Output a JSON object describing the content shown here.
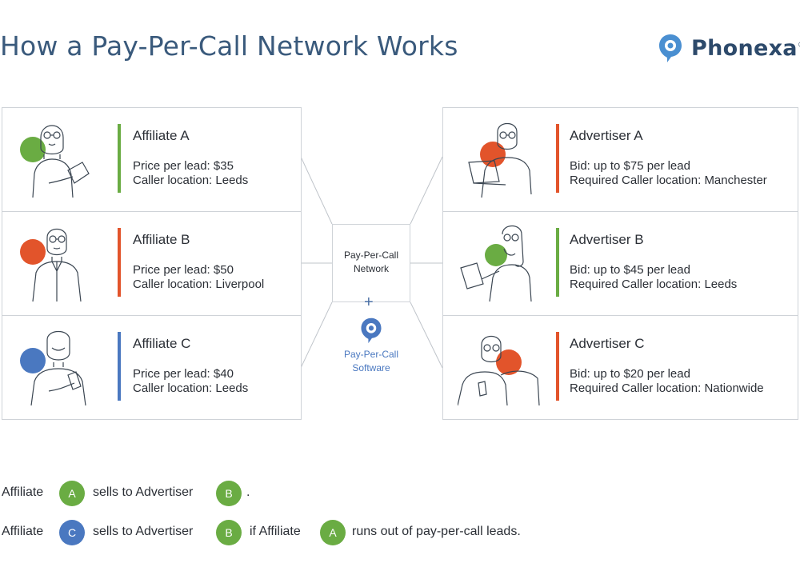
{
  "title": "How a Pay-Per-Call Network Works",
  "logo": {
    "text": "Phonexa",
    "mark": "®"
  },
  "colors": {
    "green": "#6aac43",
    "orange": "#e2542b",
    "blue": "#4a78c0",
    "title": "#3a5a7c"
  },
  "affiliates": [
    {
      "name": "Affiliate A",
      "price_label": "Price per lead:",
      "price": "$35",
      "loc_label": "Caller location:",
      "loc": "Leeds",
      "color": "#6aac43"
    },
    {
      "name": "Affiliate B",
      "price_label": "Price per lead:",
      "price": "$50",
      "loc_label": "Caller location:",
      "loc": "Liverpool",
      "color": "#e2542b"
    },
    {
      "name": "Affiliate C",
      "price_label": "Price per lead:",
      "price": "$40",
      "loc_label": "Caller location:",
      "loc": "Leeds",
      "color": "#4a78c0"
    }
  ],
  "advertisers": [
    {
      "name": "Advertiser A",
      "bid_label": "Bid:",
      "bid": "up to $75 per lead",
      "loc_label": "Required Caller location:",
      "loc": "Manchester",
      "color": "#e2542b"
    },
    {
      "name": "Advertiser B",
      "bid_label": "Bid:",
      "bid": "up to $45 per lead",
      "loc_label": "Required Caller location:",
      "loc": "Leeds",
      "color": "#6aac43"
    },
    {
      "name": "Advertiser C",
      "bid_label": "Bid:",
      "bid": "up to $20 per lead",
      "loc_label": "Required Caller location:",
      "loc": "Nationwide",
      "color": "#e2542b"
    }
  ],
  "center": {
    "network_line1": "Pay-Per-Call",
    "network_line2": "Network",
    "plus": "+",
    "software_line1": "Pay-Per-Call",
    "software_line2": "Software"
  },
  "legend": {
    "row1": {
      "t1": "Affiliate",
      "d1": "A",
      "t2": "sells to Advertiser",
      "d2": "B",
      "t3": "."
    },
    "row2": {
      "t1": "Affiliate",
      "d1": "C",
      "t2": "sells to Advertiser",
      "d2": "B",
      "t3": "if Affiliate",
      "d3": "A",
      "t4": "runs out of pay-per-call leads."
    }
  }
}
